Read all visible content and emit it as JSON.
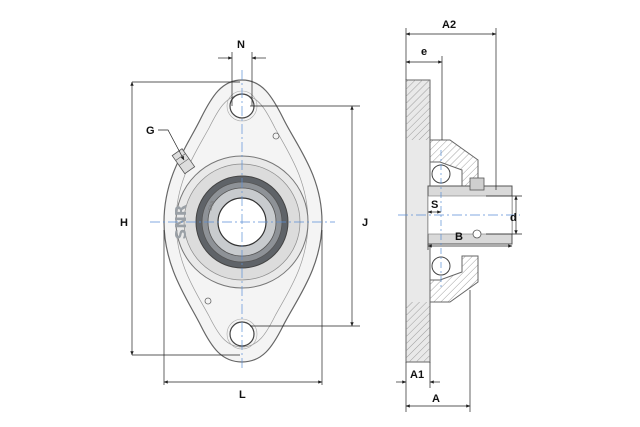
{
  "diagram": {
    "dimensions": {
      "H": "H",
      "J": "J",
      "L": "L",
      "N": "N",
      "G": "G",
      "A2": "A2",
      "e": "e",
      "S": "S",
      "B": "B",
      "d": "d",
      "A1": "A1",
      "A": "A"
    },
    "brand": "SNR",
    "insert_marking": "SNR",
    "colors": {
      "outline": "#6b6b6b",
      "dimension": "#222222",
      "centerline": "#5b8fd6",
      "fill_light": "#f2f2f2",
      "fill_mid": "#d9d9d9",
      "fill_dark": "#9a9a9a",
      "hatch": "#888888"
    }
  }
}
